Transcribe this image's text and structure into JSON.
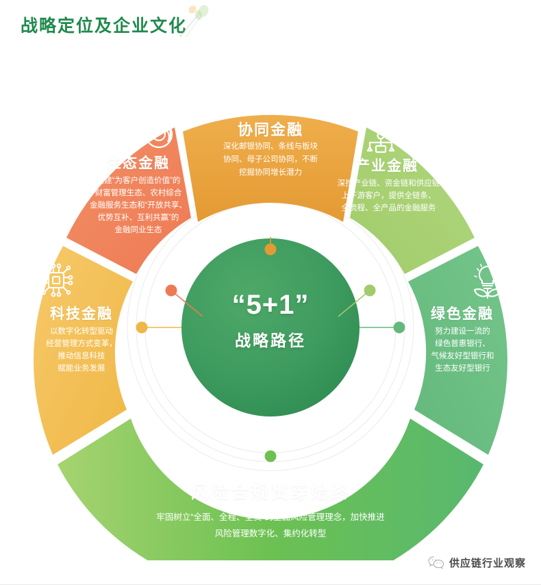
{
  "header": {
    "title": "战略定位及企业文化",
    "title_color": "#1F8A4C",
    "deco_icon": "dandelion-seed-icon"
  },
  "center": {
    "main_text": "“5+1”",
    "sub_text": "战略路径",
    "color": "#3E9B5F"
  },
  "segments": [
    {
      "id": "cooperative-finance",
      "icon": "three-people-icon",
      "label": "协同金融",
      "color": "#E8A33D",
      "desc_lines": [
        "深化邮银协同、条线与板块",
        "协同、母子公司协同，不断",
        "挖掘协同增长潜力"
      ]
    },
    {
      "id": "ecological-finance",
      "icon": "circle-loop-icon",
      "label": "生态金融",
      "color": "#F08159",
      "desc_lines": [
        "构建“为客户创造价值”的",
        "财富管理生态、农村综合",
        "金融服务生态和“开放共享、",
        "优势互补、互利共赢”的",
        "金融同业生态"
      ]
    },
    {
      "id": "industrial-finance",
      "icon": "org-chart-icon",
      "label": "产业金融",
      "color": "#A8D172",
      "desc_lines": [
        "深挖产业链、资金链和供应链",
        "上下游客户，提供全链条、",
        "全流程、全产品的金融服务"
      ]
    },
    {
      "id": "technology-finance",
      "icon": "cpu-chip-icon",
      "label": "科技金融",
      "color": "#F2BE55",
      "desc_lines": [
        "以数字化转型驱动",
        "经营管理方式变革，",
        "推动信息科技",
        "赋能业务发展"
      ]
    },
    {
      "id": "green-finance",
      "icon": "bulb-leaf-icon",
      "label": "绿色金融",
      "color": "#6CBE83",
      "desc_lines": [
        "努力建设一流的",
        "绿色普惠银行、",
        "气候友好型银行和",
        "生态友好型银行"
      ]
    }
  ],
  "bottom_band": {
    "id": "risk-compliance",
    "label": "风险合规贯穿始终",
    "color": "#6CC152",
    "desc_lines": [
      "牢固树立“全面、全程、全员”的全面风险管理理念，加快推进",
      "风险管理数字化、集约化转型"
    ]
  },
  "watermark": {
    "icon": "wechat-logo-icon",
    "text": "供应链行业观察"
  }
}
